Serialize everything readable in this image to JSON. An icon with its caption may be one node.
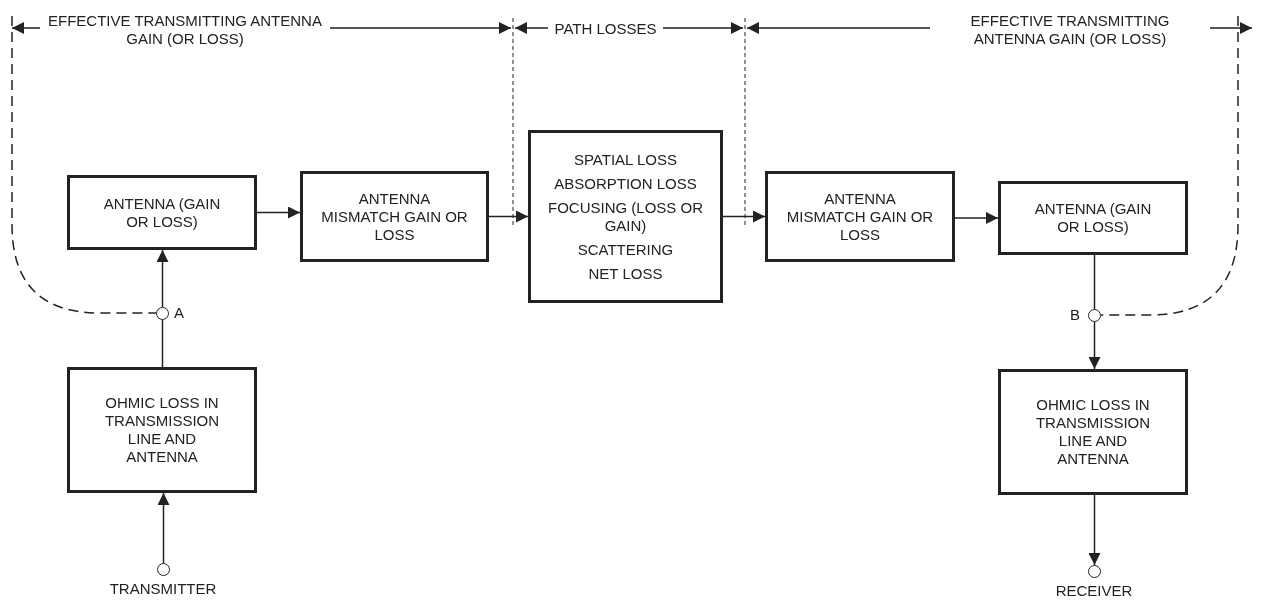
{
  "diagram": {
    "nodes": [
      {
        "text": [
          "ANTENNA (GAIN OR LOSS)"
        ]
      },
      {
        "text": [
          "ANTENNA MISMATCH GAIN OR LOSS"
        ]
      },
      {
        "text": [
          "SPATIAL LOSS",
          "ABSORPTION LOSS",
          "FOCUSING (LOSS OR GAIN)",
          "SCATTERING",
          "NET LOSS"
        ]
      },
      {
        "text": [
          "ANTENNA MISMATCH GAIN OR LOSS"
        ]
      },
      {
        "text": [
          "ANTENNA (GAIN OR LOSS)"
        ]
      },
      {
        "text": [],
        "shape": "circle",
        "beside": [
          "A"
        ]
      },
      {
        "text": [],
        "shape": "circle",
        "beside": [
          "B"
        ]
      },
      {
        "text": [
          "OHMIC LOSS IN TRANSMISSION LINE AND ANTENNA"
        ]
      },
      {
        "text": [
          "OHMIC LOSS IN TRANSMISSION LINE AND ANTENNA"
        ]
      },
      {
        "text": [],
        "shape": "circle",
        "beside": [
          "TRANSMITTER"
        ]
      },
      {
        "text": [],
        "shape": "circle",
        "beside": [
          "RECEIVER"
        ]
      }
    ],
    "edges": [
      {
        "from": 9,
        "to": 7,
        "arrow": "to"
      },
      {
        "from": 7,
        "to": 5,
        "arrow": "none"
      },
      {
        "from": 5,
        "to": 0,
        "arrow": "to"
      },
      {
        "from": 0,
        "to": 1,
        "arrow": "to"
      },
      {
        "from": 1,
        "to": 2,
        "arrow": "to"
      },
      {
        "from": 2,
        "to": 3,
        "arrow": "to"
      },
      {
        "from": 3,
        "to": 4,
        "arrow": "to"
      },
      {
        "from": 4,
        "to": 6,
        "arrow": "none"
      },
      {
        "from": 6,
        "to": 8,
        "arrow": "to"
      },
      {
        "from": 8,
        "to": 10,
        "arrow": "to"
      }
    ],
    "labels": [
      "EFFECTIVE TRANSMITTING ANTENNA GAIN (OR LOSS)",
      "PATH LOSSES",
      "EFFECTIVE TRANSMITTING ANTENNA GAIN (OR LOSS)"
    ]
  }
}
